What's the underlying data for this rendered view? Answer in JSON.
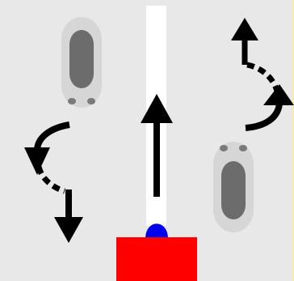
{
  "scene": {
    "colors": {
      "frame": "#fdeaa8",
      "road": "#e8e8e8",
      "lane": "#ffffff",
      "arrow": "#000000",
      "car_body": "#d6d6d6",
      "car_glass": "#6c6c6c",
      "car_light": "#7a7a7a",
      "ego_vehicle": "#ff0000",
      "ego_marker": "#0000ee"
    },
    "icons": {
      "ego": "red-ego-vehicle",
      "marker": "blue-driver-marker",
      "straight": "straight-ahead-arrow",
      "left_uturn": "left-turn-around-arrow",
      "right_uturn": "right-turn-around-arrow",
      "car": "gray-car-top-view"
    }
  }
}
